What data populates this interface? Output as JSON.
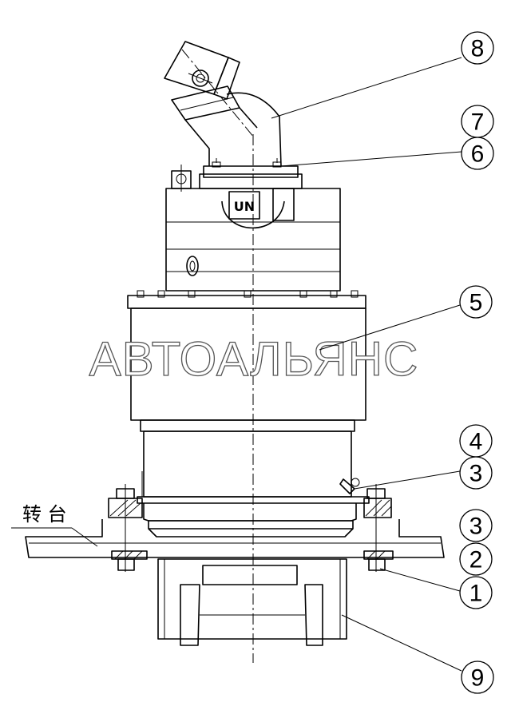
{
  "watermark": "АВТОАЛЬЯНС",
  "turntable_label": "转 台",
  "callouts": [
    {
      "label": "8"
    },
    {
      "label": "7"
    },
    {
      "label": "6"
    },
    {
      "label": "5"
    },
    {
      "label": "4"
    },
    {
      "label": "3"
    },
    {
      "label": "3"
    },
    {
      "label": "2"
    },
    {
      "label": "1"
    },
    {
      "label": "9"
    }
  ]
}
